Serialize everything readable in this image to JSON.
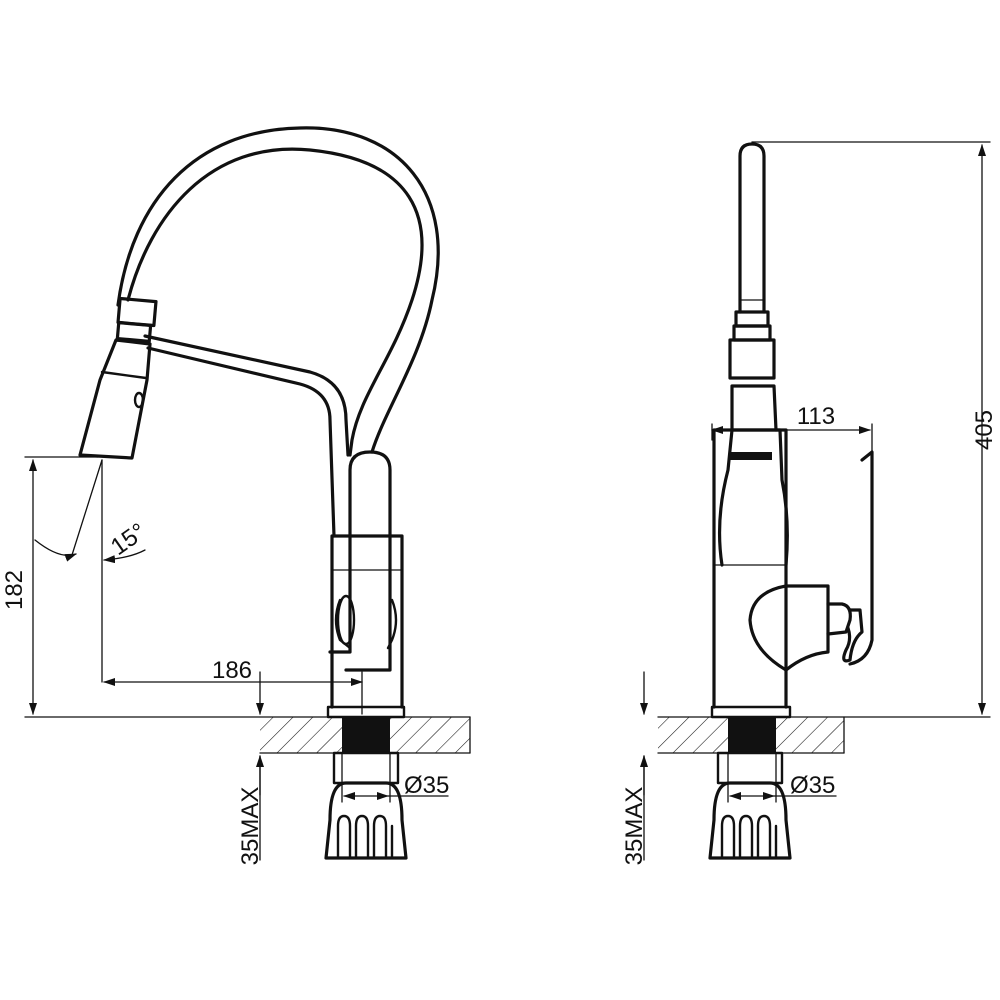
{
  "front_view": {
    "height_label": "182",
    "reach_label": "186",
    "angle_label": "15°",
    "hole_label": "Ø35",
    "thickness_label": "35MAX"
  },
  "side_view": {
    "total_height_label": "405",
    "depth_label": "113",
    "hole_label": "Ø35",
    "thickness_label": "35MAX"
  },
  "colors": {
    "line": "#111111",
    "background": "#ffffff",
    "shank_fill": "#111111"
  }
}
